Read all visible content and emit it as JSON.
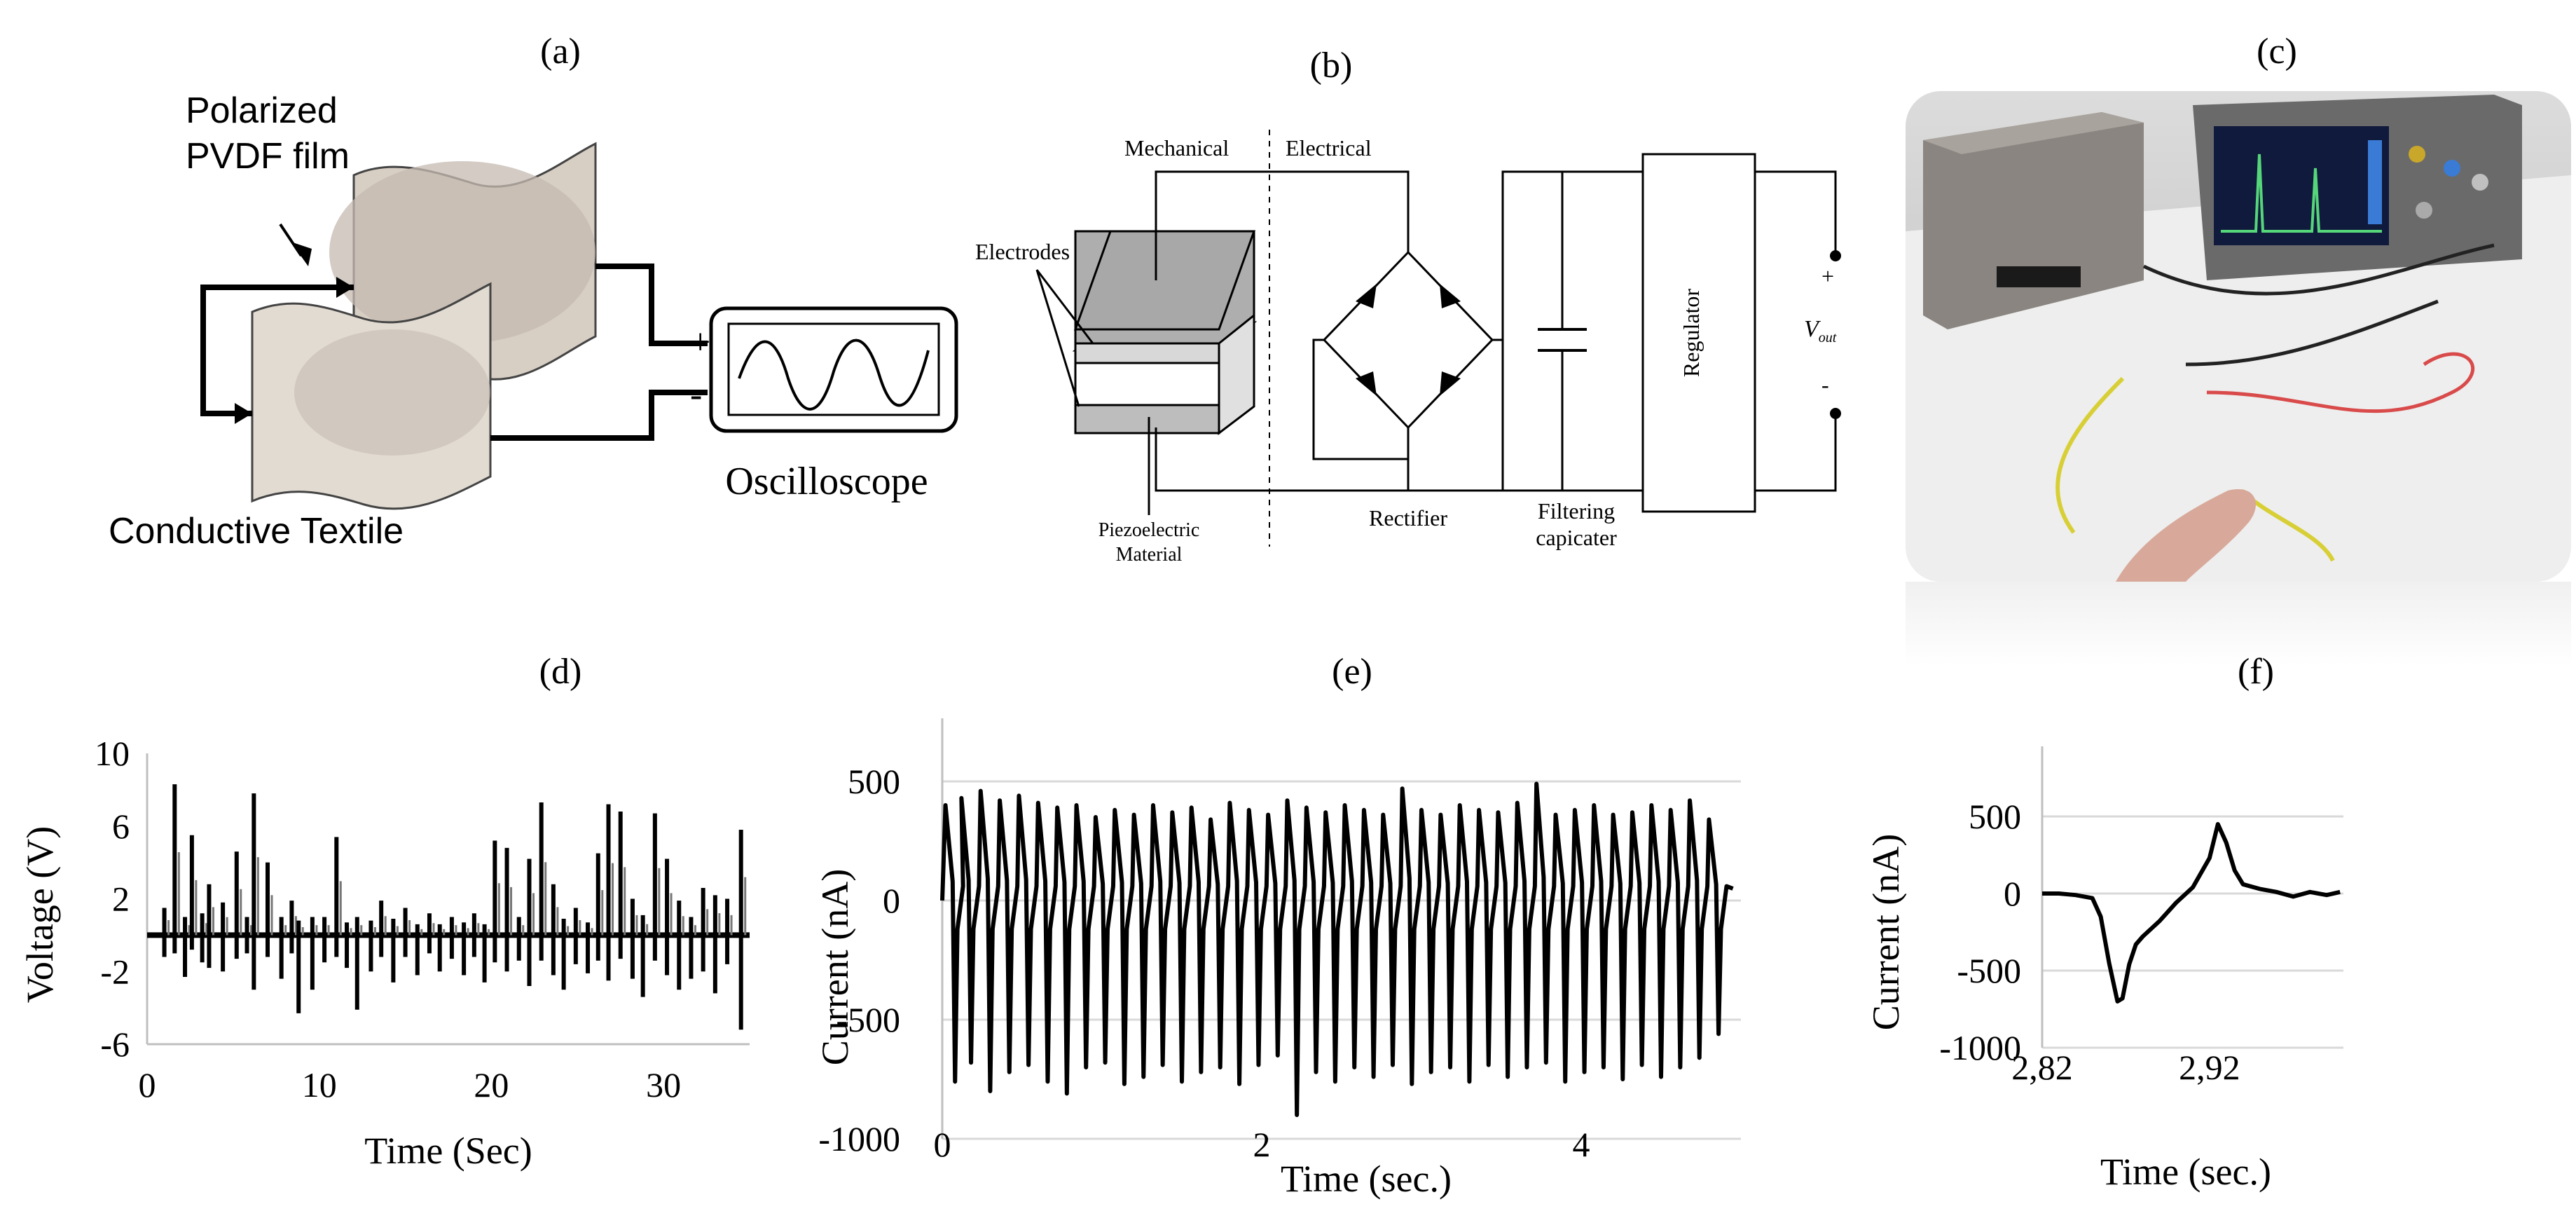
{
  "panels": {
    "a": {
      "label": "(a)",
      "film_label_1": "Polarized",
      "film_label_2": "PVDF film",
      "textile_label": "Conductive Textile",
      "scope_label": "Oscilloscope",
      "plus": "+",
      "minus": "-"
    },
    "b": {
      "label": "(b)",
      "mechanical": "Mechanical",
      "electrical": "Electrical",
      "electrodes": "Electrodes",
      "piezo_1": "Piezoelectric",
      "piezo_2": "Material",
      "rectifier": "Rectifier",
      "filter_1": "Filtering",
      "filter_2": "capicater",
      "regulator": "Regulator",
      "vout": "V",
      "vout_sub": "out",
      "plus": "+",
      "minus": "-"
    },
    "c": {
      "label": "(c)"
    },
    "d": {
      "label": "(d)"
    },
    "e": {
      "label": "(e)"
    },
    "f": {
      "label": "(f)"
    }
  },
  "chart_data": [
    {
      "id": "d",
      "type": "line",
      "xlabel": "Time (Sec)",
      "ylabel": "Voltage (V)",
      "xlim": [
        0,
        35
      ],
      "ylim": [
        -6,
        10
      ],
      "xticks": [
        "0",
        "10",
        "20",
        "30"
      ],
      "yticks": [
        "10",
        "6",
        "2",
        "-2",
        "-6"
      ],
      "grid": false,
      "spikes": [
        {
          "x": 1.0,
          "hi": 1.5,
          "lo": -1.2
        },
        {
          "x": 1.6,
          "hi": 8.3,
          "lo": -1.0
        },
        {
          "x": 2.2,
          "hi": 1.0,
          "lo": -2.3
        },
        {
          "x": 2.6,
          "hi": 5.5,
          "lo": -0.8
        },
        {
          "x": 3.2,
          "hi": 1.2,
          "lo": -1.5
        },
        {
          "x": 3.6,
          "hi": 2.8,
          "lo": -1.8
        },
        {
          "x": 4.4,
          "hi": 1.8,
          "lo": -2.0
        },
        {
          "x": 5.2,
          "hi": 4.6,
          "lo": -1.3
        },
        {
          "x": 5.8,
          "hi": 1.0,
          "lo": -1.0
        },
        {
          "x": 6.2,
          "hi": 7.8,
          "lo": -3.0
        },
        {
          "x": 7.0,
          "hi": 4.0,
          "lo": -1.2
        },
        {
          "x": 7.8,
          "hi": 1.0,
          "lo": -2.4
        },
        {
          "x": 8.4,
          "hi": 1.9,
          "lo": -1.0
        },
        {
          "x": 8.8,
          "hi": 0.8,
          "lo": -4.3
        },
        {
          "x": 9.6,
          "hi": 1.0,
          "lo": -3.0
        },
        {
          "x": 10.3,
          "hi": 1.0,
          "lo": -1.5
        },
        {
          "x": 11.0,
          "hi": 5.4,
          "lo": -1.2
        },
        {
          "x": 11.6,
          "hi": 0.7,
          "lo": -1.8
        },
        {
          "x": 12.2,
          "hi": 1.0,
          "lo": -4.1
        },
        {
          "x": 13.0,
          "hi": 0.8,
          "lo": -2.0
        },
        {
          "x": 13.6,
          "hi": 1.9,
          "lo": -1.2
        },
        {
          "x": 14.3,
          "hi": 0.9,
          "lo": -2.6
        },
        {
          "x": 15.0,
          "hi": 1.5,
          "lo": -1.2
        },
        {
          "x": 15.7,
          "hi": 0.6,
          "lo": -2.2
        },
        {
          "x": 16.4,
          "hi": 1.2,
          "lo": -1.0
        },
        {
          "x": 17.0,
          "hi": 0.6,
          "lo": -2.0
        },
        {
          "x": 17.7,
          "hi": 1.0,
          "lo": -1.3
        },
        {
          "x": 18.4,
          "hi": 0.7,
          "lo": -2.2
        },
        {
          "x": 19.0,
          "hi": 1.2,
          "lo": -1.2
        },
        {
          "x": 19.6,
          "hi": 0.6,
          "lo": -2.6
        },
        {
          "x": 20.2,
          "hi": 5.2,
          "lo": -1.5
        },
        {
          "x": 20.9,
          "hi": 4.8,
          "lo": -2.0
        },
        {
          "x": 21.6,
          "hi": 1.0,
          "lo": -1.4
        },
        {
          "x": 22.2,
          "hi": 4.2,
          "lo": -2.8
        },
        {
          "x": 22.9,
          "hi": 7.3,
          "lo": -1.4
        },
        {
          "x": 23.6,
          "hi": 2.8,
          "lo": -2.2
        },
        {
          "x": 24.2,
          "hi": 0.9,
          "lo": -3.0
        },
        {
          "x": 24.9,
          "hi": 1.5,
          "lo": -1.6
        },
        {
          "x": 25.6,
          "hi": 0.7,
          "lo": -2.1
        },
        {
          "x": 26.2,
          "hi": 4.5,
          "lo": -1.4
        },
        {
          "x": 26.8,
          "hi": 7.2,
          "lo": -2.5
        },
        {
          "x": 27.5,
          "hi": 6.8,
          "lo": -1.3
        },
        {
          "x": 28.2,
          "hi": 2.0,
          "lo": -2.4
        },
        {
          "x": 28.8,
          "hi": 1.1,
          "lo": -3.4
        },
        {
          "x": 29.5,
          "hi": 6.7,
          "lo": -1.4
        },
        {
          "x": 30.2,
          "hi": 4.2,
          "lo": -2.2
        },
        {
          "x": 30.9,
          "hi": 1.9,
          "lo": -3.0
        },
        {
          "x": 31.6,
          "hi": 1.0,
          "lo": -2.4
        },
        {
          "x": 32.3,
          "hi": 2.6,
          "lo": -2.0
        },
        {
          "x": 33.0,
          "hi": 2.2,
          "lo": -3.2
        },
        {
          "x": 33.7,
          "hi": 2.0,
          "lo": -1.6
        },
        {
          "x": 34.5,
          "hi": 5.8,
          "lo": -5.2
        }
      ]
    },
    {
      "id": "e",
      "type": "line",
      "xlabel": "Time (sec.)",
      "ylabel": "Current (nA)",
      "xlim": [
        0,
        5
      ],
      "ylim": [
        -1000,
        500
      ],
      "xticks": [
        "0",
        "2",
        "4"
      ],
      "yticks": [
        "500",
        "0",
        "-500",
        "-1000"
      ],
      "grid": true,
      "pulses": [
        {
          "t": 0.02,
          "peak": 400,
          "trough": -760
        },
        {
          "t": 0.12,
          "peak": 430,
          "trough": -680
        },
        {
          "t": 0.24,
          "peak": 460,
          "trough": -800
        },
        {
          "t": 0.36,
          "peak": 420,
          "trough": -720
        },
        {
          "t": 0.48,
          "peak": 440,
          "trough": -690
        },
        {
          "t": 0.6,
          "peak": 410,
          "trough": -760
        },
        {
          "t": 0.72,
          "peak": 390,
          "trough": -810
        },
        {
          "t": 0.84,
          "peak": 400,
          "trough": -700
        },
        {
          "t": 0.96,
          "peak": 350,
          "trough": -680
        },
        {
          "t": 1.08,
          "peak": 380,
          "trough": -770
        },
        {
          "t": 1.2,
          "peak": 360,
          "trough": -740
        },
        {
          "t": 1.32,
          "peak": 400,
          "trough": -690
        },
        {
          "t": 1.44,
          "peak": 370,
          "trough": -760
        },
        {
          "t": 1.56,
          "peak": 390,
          "trough": -720
        },
        {
          "t": 1.68,
          "peak": 340,
          "trough": -700
        },
        {
          "t": 1.8,
          "peak": 410,
          "trough": -770
        },
        {
          "t": 1.92,
          "peak": 380,
          "trough": -690
        },
        {
          "t": 2.04,
          "peak": 360,
          "trough": -650
        },
        {
          "t": 2.16,
          "peak": 420,
          "trough": -900
        },
        {
          "t": 2.28,
          "peak": 390,
          "trough": -720
        },
        {
          "t": 2.4,
          "peak": 370,
          "trough": -760
        },
        {
          "t": 2.52,
          "peak": 400,
          "trough": -700
        },
        {
          "t": 2.64,
          "peak": 380,
          "trough": -740
        },
        {
          "t": 2.76,
          "peak": 360,
          "trough": -690
        },
        {
          "t": 2.88,
          "peak": 470,
          "trough": -770
        },
        {
          "t": 3.0,
          "peak": 380,
          "trough": -720
        },
        {
          "t": 3.12,
          "peak": 360,
          "trough": -700
        },
        {
          "t": 3.24,
          "peak": 400,
          "trough": -760
        },
        {
          "t": 3.36,
          "peak": 380,
          "trough": -690
        },
        {
          "t": 3.48,
          "peak": 370,
          "trough": -740
        },
        {
          "t": 3.6,
          "peak": 410,
          "trough": -700
        },
        {
          "t": 3.72,
          "peak": 490,
          "trough": -680
        },
        {
          "t": 3.84,
          "peak": 360,
          "trough": -760
        },
        {
          "t": 3.96,
          "peak": 380,
          "trough": -720
        },
        {
          "t": 4.08,
          "peak": 400,
          "trough": -700
        },
        {
          "t": 4.2,
          "peak": 360,
          "trough": -750
        },
        {
          "t": 4.32,
          "peak": 370,
          "trough": -690
        },
        {
          "t": 4.44,
          "peak": 400,
          "trough": -740
        },
        {
          "t": 4.56,
          "peak": 380,
          "trough": -700
        },
        {
          "t": 4.68,
          "peak": 420,
          "trough": -660
        },
        {
          "t": 4.8,
          "peak": 340,
          "trough": -560
        }
      ]
    },
    {
      "id": "f",
      "type": "line",
      "xlabel": "Time (sec.)",
      "ylabel": "Current (nA)",
      "xlim": [
        2.82,
        3.0
      ],
      "ylim": [
        -1000,
        500
      ],
      "xticks": [
        "2,82",
        "2,92"
      ],
      "yticks": [
        "500",
        "0",
        "-500",
        "-1000"
      ],
      "grid": true,
      "x": [
        2.82,
        2.83,
        2.84,
        2.85,
        2.855,
        2.86,
        2.865,
        2.868,
        2.872,
        2.876,
        2.88,
        2.89,
        2.9,
        2.91,
        2.92,
        2.925,
        2.93,
        2.935,
        2.94,
        2.95,
        2.96,
        2.97,
        2.98,
        2.99,
        2.998
      ],
      "y": [
        0,
        0,
        -10,
        -30,
        -150,
        -450,
        -700,
        -680,
        -460,
        -330,
        -280,
        -180,
        -60,
        40,
        230,
        450,
        330,
        150,
        60,
        30,
        10,
        -20,
        10,
        -10,
        10
      ]
    }
  ]
}
